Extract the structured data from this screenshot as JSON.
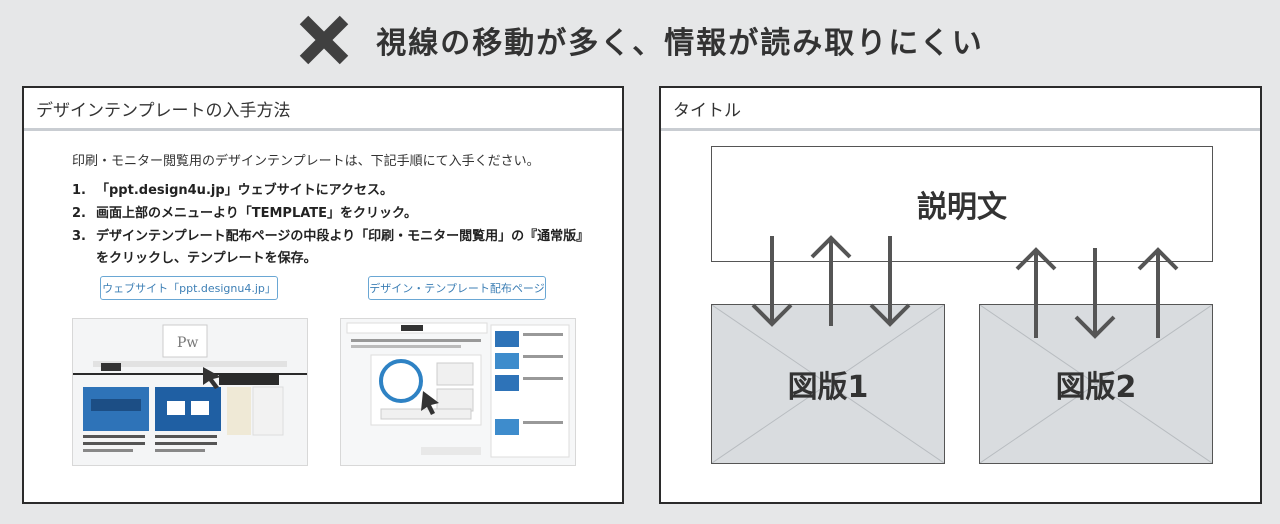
{
  "headline": {
    "icon": "x-mark-icon",
    "text": "視線の移動が多く、情報が読み取りにくい",
    "icon_color": "#404040"
  },
  "left_slide": {
    "title": "デザインテンプレートの入手方法",
    "intro": "印刷・モニター閲覧用のデザインテンプレートは、下記手順にて入手ください。",
    "steps": [
      {
        "num": "1.",
        "text": "「ppt.design4u.jp」ウェブサイトにアクセス。"
      },
      {
        "num": "2.",
        "text": "画面上部のメニューより「TEMPLATE」をクリック。"
      },
      {
        "num": "3.",
        "text": "デザインテンプレート配布ページの中段より「印刷・モニター閲覧用」の『通常版』をクリックし、テンプレートを保存。"
      }
    ],
    "buttons": {
      "website": "ウェブサイト「ppt.designu4.jp」",
      "template": "デザイン・テンプレート配布ページ"
    },
    "accent_color": "#3d7fb5"
  },
  "right_slide": {
    "title": "タイトル",
    "description_box": "説明文",
    "figures": [
      "図版1",
      "図版2"
    ]
  }
}
